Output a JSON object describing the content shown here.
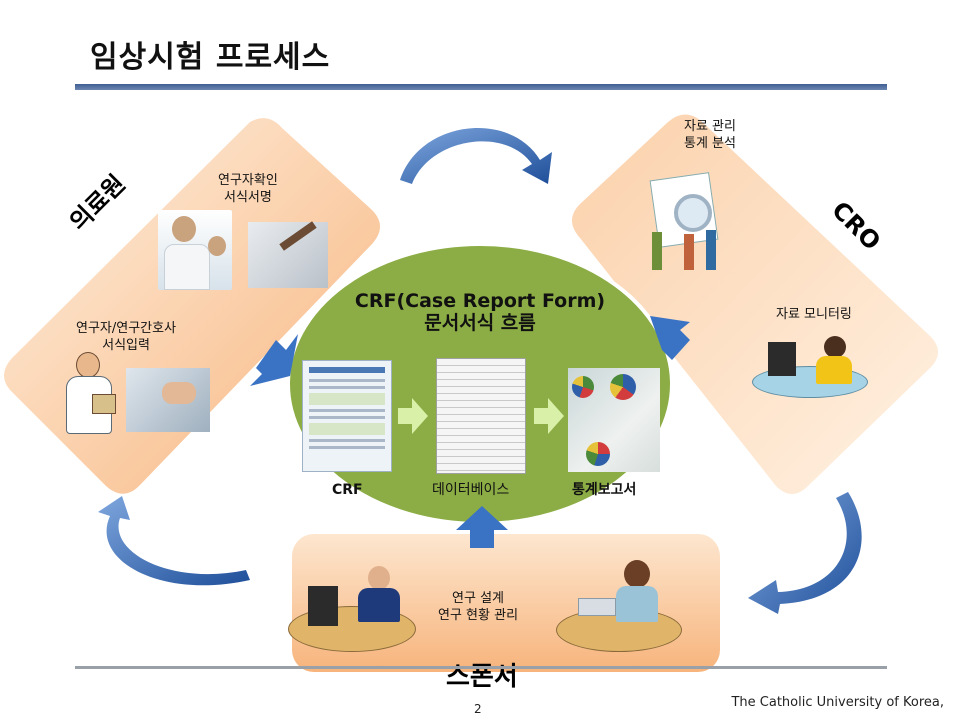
{
  "slide": {
    "title": "임상시험 프로세스",
    "page_number": "2",
    "footer": "The Catholic University of Korea,"
  },
  "hospital": {
    "name": "의료원",
    "confirm_label_1": "연구자확인",
    "confirm_label_2": "서식서명",
    "input_label_1": "연구자/연구간호사",
    "input_label_2": "서식입력"
  },
  "cro": {
    "name": "CRO",
    "data_label_1": "자료 관리",
    "data_label_2": "통계 분석",
    "monitoring_label": "자료 모니터링"
  },
  "center": {
    "title_line1": "CRF(Case Report Form)",
    "title_line2": "문서서식 흐름",
    "step_crf": "CRF",
    "step_db": "데이터베이스",
    "step_report": "통계보고서"
  },
  "sponsor": {
    "name": "스폰서",
    "label_1": "연구 설계",
    "label_2": "연구 현황 관리"
  },
  "colors": {
    "orange_light": "#fde3c8",
    "orange_dark": "#f7b47c",
    "green": "#8cad45",
    "arrow_blue": "#2f5fa7",
    "title_rule": "#3f5f93"
  }
}
